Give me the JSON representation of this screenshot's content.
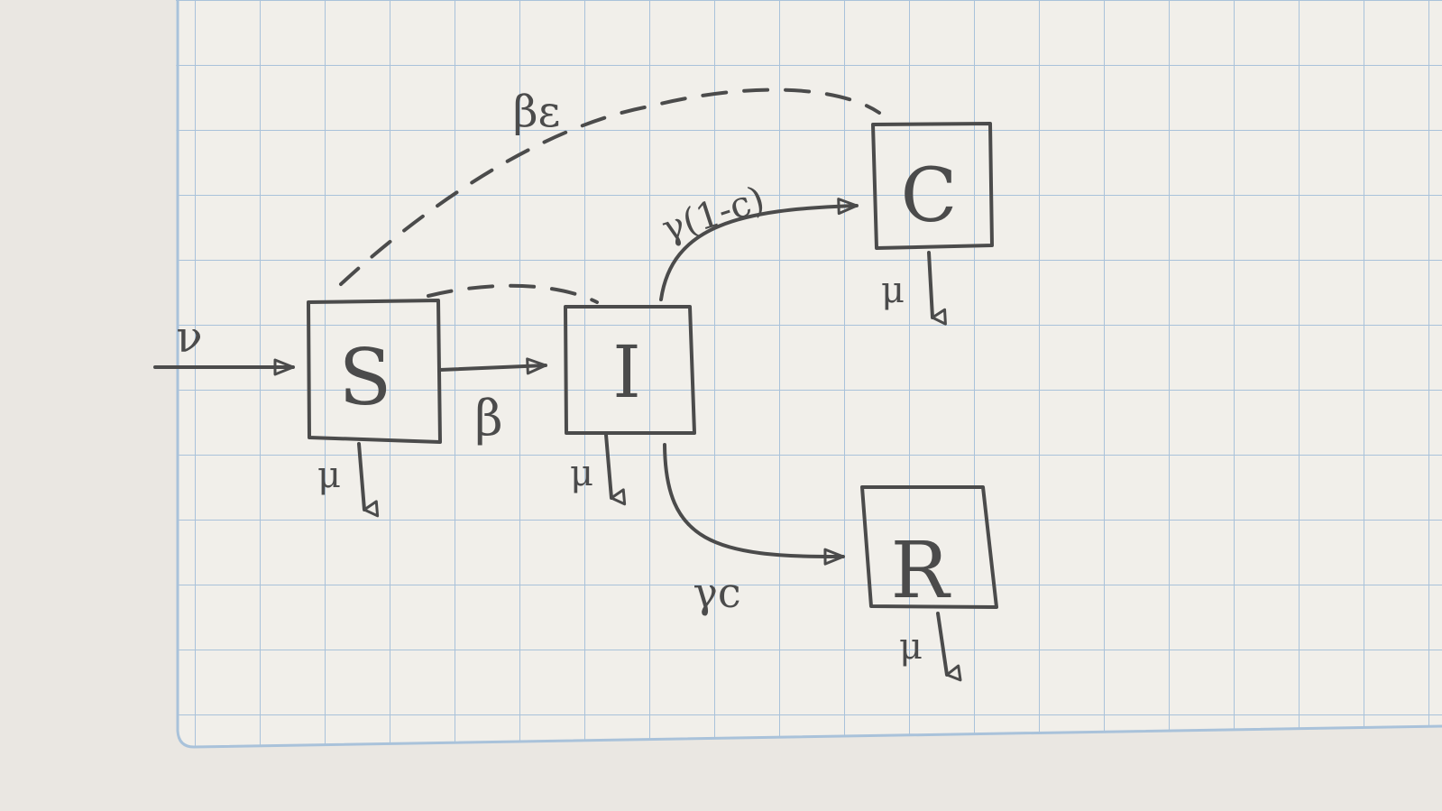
{
  "diagram": {
    "nodes": [
      {
        "id": "S",
        "label": "S"
      },
      {
        "id": "I",
        "label": "I"
      },
      {
        "id": "C",
        "label": "C"
      },
      {
        "id": "R",
        "label": "R"
      }
    ],
    "edges": [
      {
        "from": "",
        "to": "S",
        "label": "ν",
        "style": "solid"
      },
      {
        "from": "S",
        "to": "I",
        "label": "β",
        "style": "solid"
      },
      {
        "from": "S",
        "to": "I",
        "label": "",
        "style": "dashed"
      },
      {
        "from": "S",
        "to": "C",
        "label": "βε",
        "style": "dashed"
      },
      {
        "from": "I",
        "to": "C",
        "label": "γ(1-c)",
        "style": "solid"
      },
      {
        "from": "I",
        "to": "R",
        "label": "γc",
        "style": "solid"
      }
    ],
    "death_rate_label": "μ"
  },
  "colors": {
    "paper": "#f1efea",
    "grid": "#a9c2da",
    "ink": "#4b4b4b"
  }
}
